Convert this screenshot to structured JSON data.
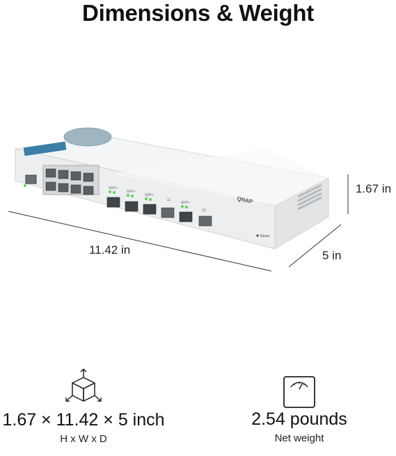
{
  "header": {
    "title": "Dimensions & Weight"
  },
  "product": {
    "brand_label": "QNAP",
    "reset_label": "Reset",
    "port_labels": [
      "SFP+",
      "SFP+",
      "SFP+",
      "11",
      "SFP+",
      "12"
    ]
  },
  "dimensions": {
    "height": "1.67 in",
    "width": "11.42 in",
    "depth": "5 in"
  },
  "specs": {
    "size": {
      "value": "1.67 × 11.42 × 5 inch",
      "caption": "H x W x D",
      "icon": "box-dimensions-icon"
    },
    "weight": {
      "value": "2.54 pounds",
      "caption": "Net weight",
      "icon": "scale-icon"
    }
  }
}
